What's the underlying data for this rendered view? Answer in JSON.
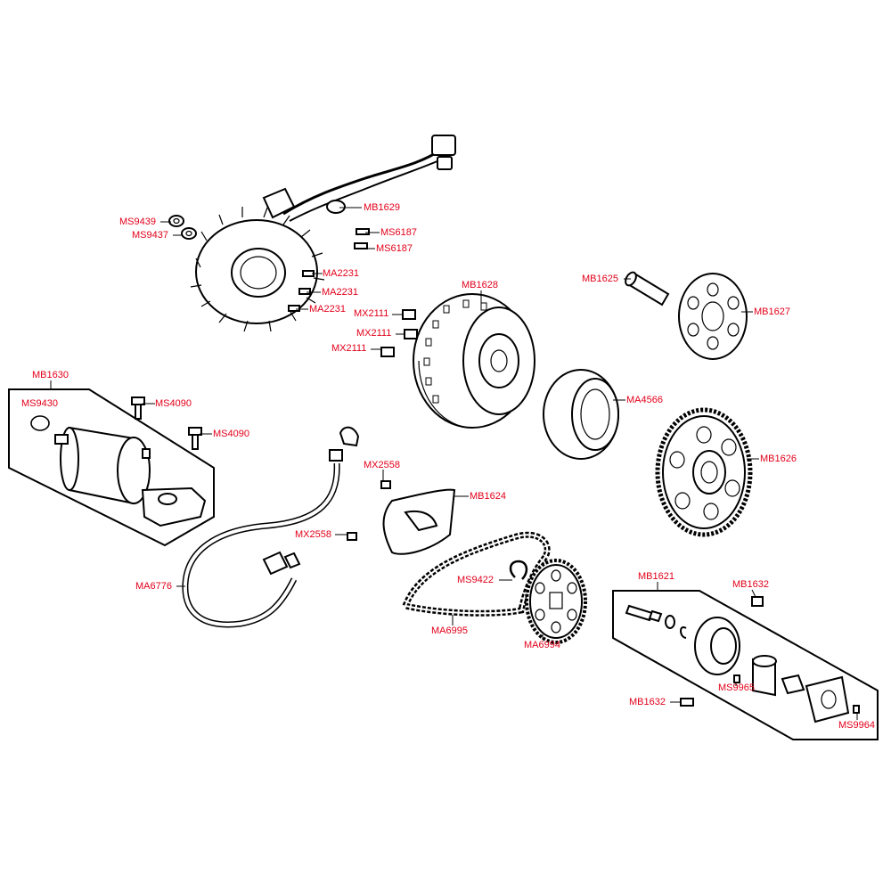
{
  "label_color": "#e2001a",
  "line_color": "#000000",
  "labels": {
    "ms9439": "MS9439",
    "ms9437": "MS9437",
    "mb1629": "MB1629",
    "ms6187_a": "MS6187",
    "ms6187_b": "MS6187",
    "ma2231_a": "MA2231",
    "ma2231_b": "MA2231",
    "ma2231_c": "MA2231",
    "mb1628": "MB1628",
    "mx2111_a": "MX2111",
    "mx2111_b": "MX2111",
    "mx2111_c": "MX2111",
    "mb1625": "MB1625",
    "mb1627": "MB1627",
    "ma4566": "MA4566",
    "mb1626": "MB1626",
    "mb1630": "MB1630",
    "ms9430": "MS9430",
    "ms4090_a": "MS4090",
    "ms4090_b": "MS4090",
    "mx2558_a": "MX2558",
    "mx2558_b": "MX2558",
    "mb1624": "MB1624",
    "ms9422": "MS9422",
    "ma6776": "MA6776",
    "ma6995": "MA6995",
    "ma6994": "MA6994",
    "mb1621": "MB1621",
    "mb1632_a": "MB1632",
    "mb1632_b": "MB1632",
    "ms9965": "MS9965",
    "ms9964": "MS9964"
  }
}
